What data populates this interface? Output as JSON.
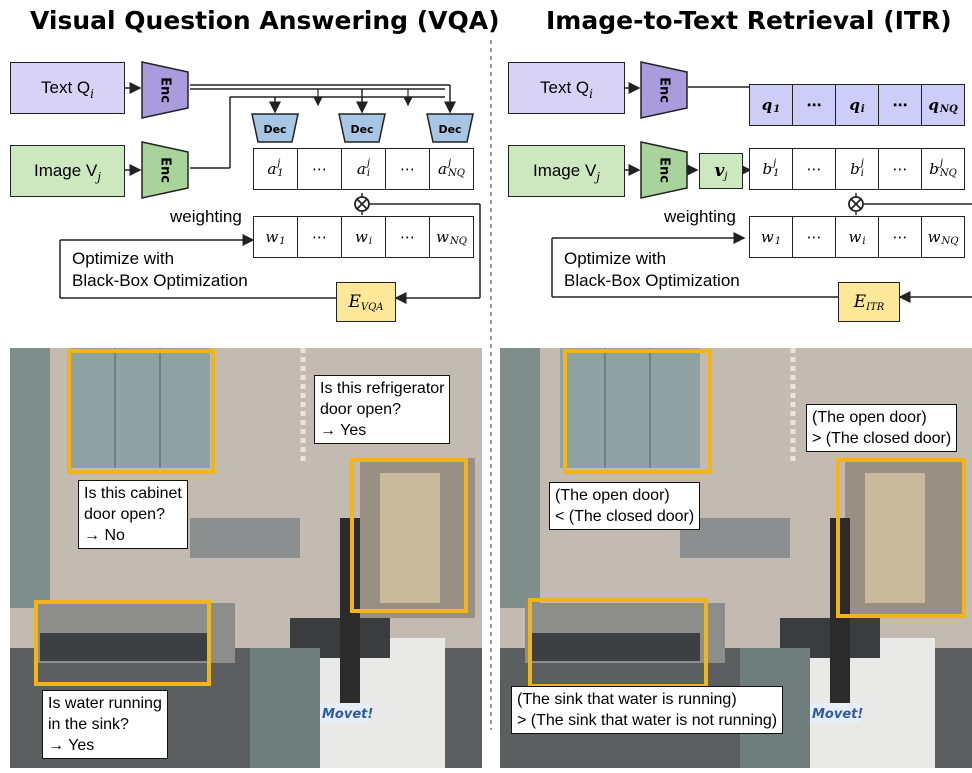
{
  "colors": {
    "text_box": "#d9d2f7",
    "image_box": "#cde7bf",
    "encoder": "#a99bde",
    "image_encoder": "#a8d39a",
    "decoder": "#a6c6e4",
    "energy_box": "#fde89a",
    "query_cell": "#cdcdf7",
    "highlight": "#f2b417"
  },
  "vqa": {
    "title": "Visual Question Answering (VQA)",
    "text_box": "Text Q",
    "text_sub": "i",
    "image_box": "Image V",
    "image_sub": "j",
    "enc_label": "Enc",
    "dec_label": "Dec",
    "answers": [
      {
        "base": "a",
        "sub": "1",
        "sup": "j"
      },
      {
        "dots": "⋯"
      },
      {
        "base": "a",
        "sub": "i",
        "sup": "j"
      },
      {
        "dots": "⋯"
      },
      {
        "base": "a",
        "sub": "NQ",
        "sup": "j"
      }
    ],
    "weights": [
      {
        "base": "w",
        "sub": "1"
      },
      {
        "dots": "⋯"
      },
      {
        "base": "w",
        "sub": "i"
      },
      {
        "dots": "⋯"
      },
      {
        "base": "w",
        "sub": "NQ"
      }
    ],
    "weighting_label": "weighting",
    "optimize_line1": "Optimize with",
    "optimize_line2": "Black-Box Optimization",
    "energy_base": "E",
    "energy_sub": "VQA",
    "questions": [
      {
        "lines": [
          "Is this refrigerator",
          "door open?",
          "→ Yes"
        ]
      },
      {
        "lines": [
          "Is this cabinet",
          "door open?",
          "→ No"
        ]
      },
      {
        "lines": [
          "Is water running",
          "in the sink?",
          "→ Yes"
        ]
      }
    ]
  },
  "itr": {
    "title": "Image-to-Text Retrieval (ITR)",
    "text_box": "Text Q",
    "text_sub": "i",
    "image_box": "Image V",
    "image_sub": "j",
    "enc_label": "Enc",
    "image_vector": "v",
    "image_vector_sub": "j",
    "queries": [
      {
        "base": "q",
        "sub": "1"
      },
      {
        "dots": "⋯"
      },
      {
        "base": "q",
        "sub": "i"
      },
      {
        "dots": "⋯"
      },
      {
        "base": "q",
        "sub": "NQ"
      }
    ],
    "scores": [
      {
        "base": "b",
        "sub": "1",
        "sup": "j"
      },
      {
        "dots": "⋯"
      },
      {
        "base": "b",
        "sub": "i",
        "sup": "j"
      },
      {
        "dots": "⋯"
      },
      {
        "base": "b",
        "sub": "NQ",
        "sup": "j"
      }
    ],
    "weights": [
      {
        "base": "w",
        "sub": "1"
      },
      {
        "dots": "⋯"
      },
      {
        "base": "w",
        "sub": "i"
      },
      {
        "dots": "⋯"
      },
      {
        "base": "w",
        "sub": "NQ"
      }
    ],
    "weighting_label": "weighting",
    "optimize_line1": "Optimize with",
    "optimize_line2": "Black-Box Optimization",
    "energy_base": "E",
    "energy_sub": "ITR",
    "pairs": [
      {
        "lines": [
          "(The open door)",
          "> (The closed door)"
        ]
      },
      {
        "lines": [
          "(The open door)",
          "< (The closed door)"
        ]
      },
      {
        "lines": [
          "(The sink that water is running)",
          "> (The sink that water is not running)"
        ]
      }
    ]
  },
  "photo_text": {
    "robot_logo": "Movet!"
  }
}
